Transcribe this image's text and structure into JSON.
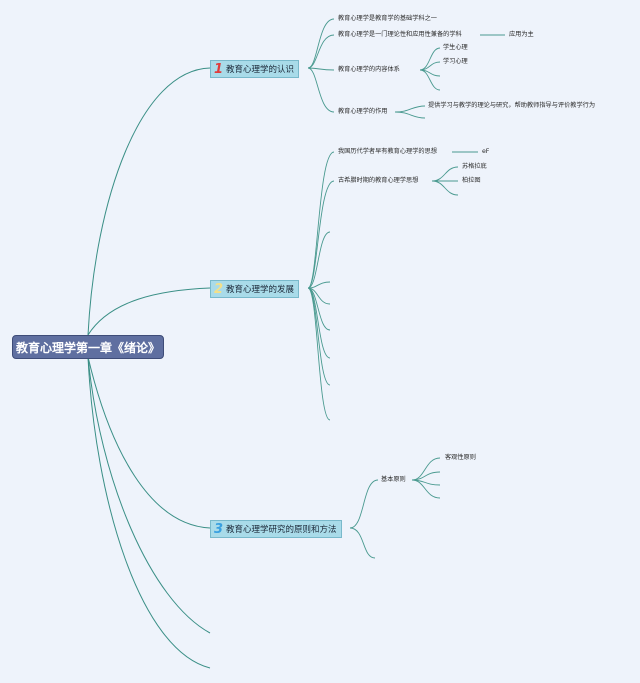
{
  "root": {
    "title": "教育心理学第一章《绪论》"
  },
  "topics": [
    {
      "number": "1",
      "number_color": "#e03c3c",
      "title": "教育心理学的认识",
      "children": [
        {
          "text": "教育心理学是教育学的基础学科之一"
        },
        {
          "text": "教育心理学是一门理论性和应用性兼备的学科",
          "sub": [
            "应用为主"
          ]
        },
        {
          "text": "教育心理学的内容体系",
          "sub": [
            "学生心理",
            "学习心理"
          ]
        },
        {
          "text": "教育心理学的作用",
          "sub": [
            "提供学习与教学的理论与研究，帮助教师指导与评价教学行为"
          ]
        }
      ]
    },
    {
      "number": "2",
      "number_color": "#f3e08a",
      "title": "教育心理学的发展",
      "children": [
        {
          "text": "我国历代学者早有教育心理学的思想",
          "sub": [
            "eF"
          ]
        },
        {
          "text": "古希腊时期的教育心理学思想",
          "sub": [
            "苏格拉底",
            "柏拉图"
          ]
        }
      ]
    },
    {
      "number": "3",
      "number_color": "#3aa0e0",
      "title": "教育心理学研究的原则和方法",
      "children": [
        {
          "text": "基本原则",
          "sub": [
            "客观性原则"
          ]
        }
      ]
    }
  ]
}
